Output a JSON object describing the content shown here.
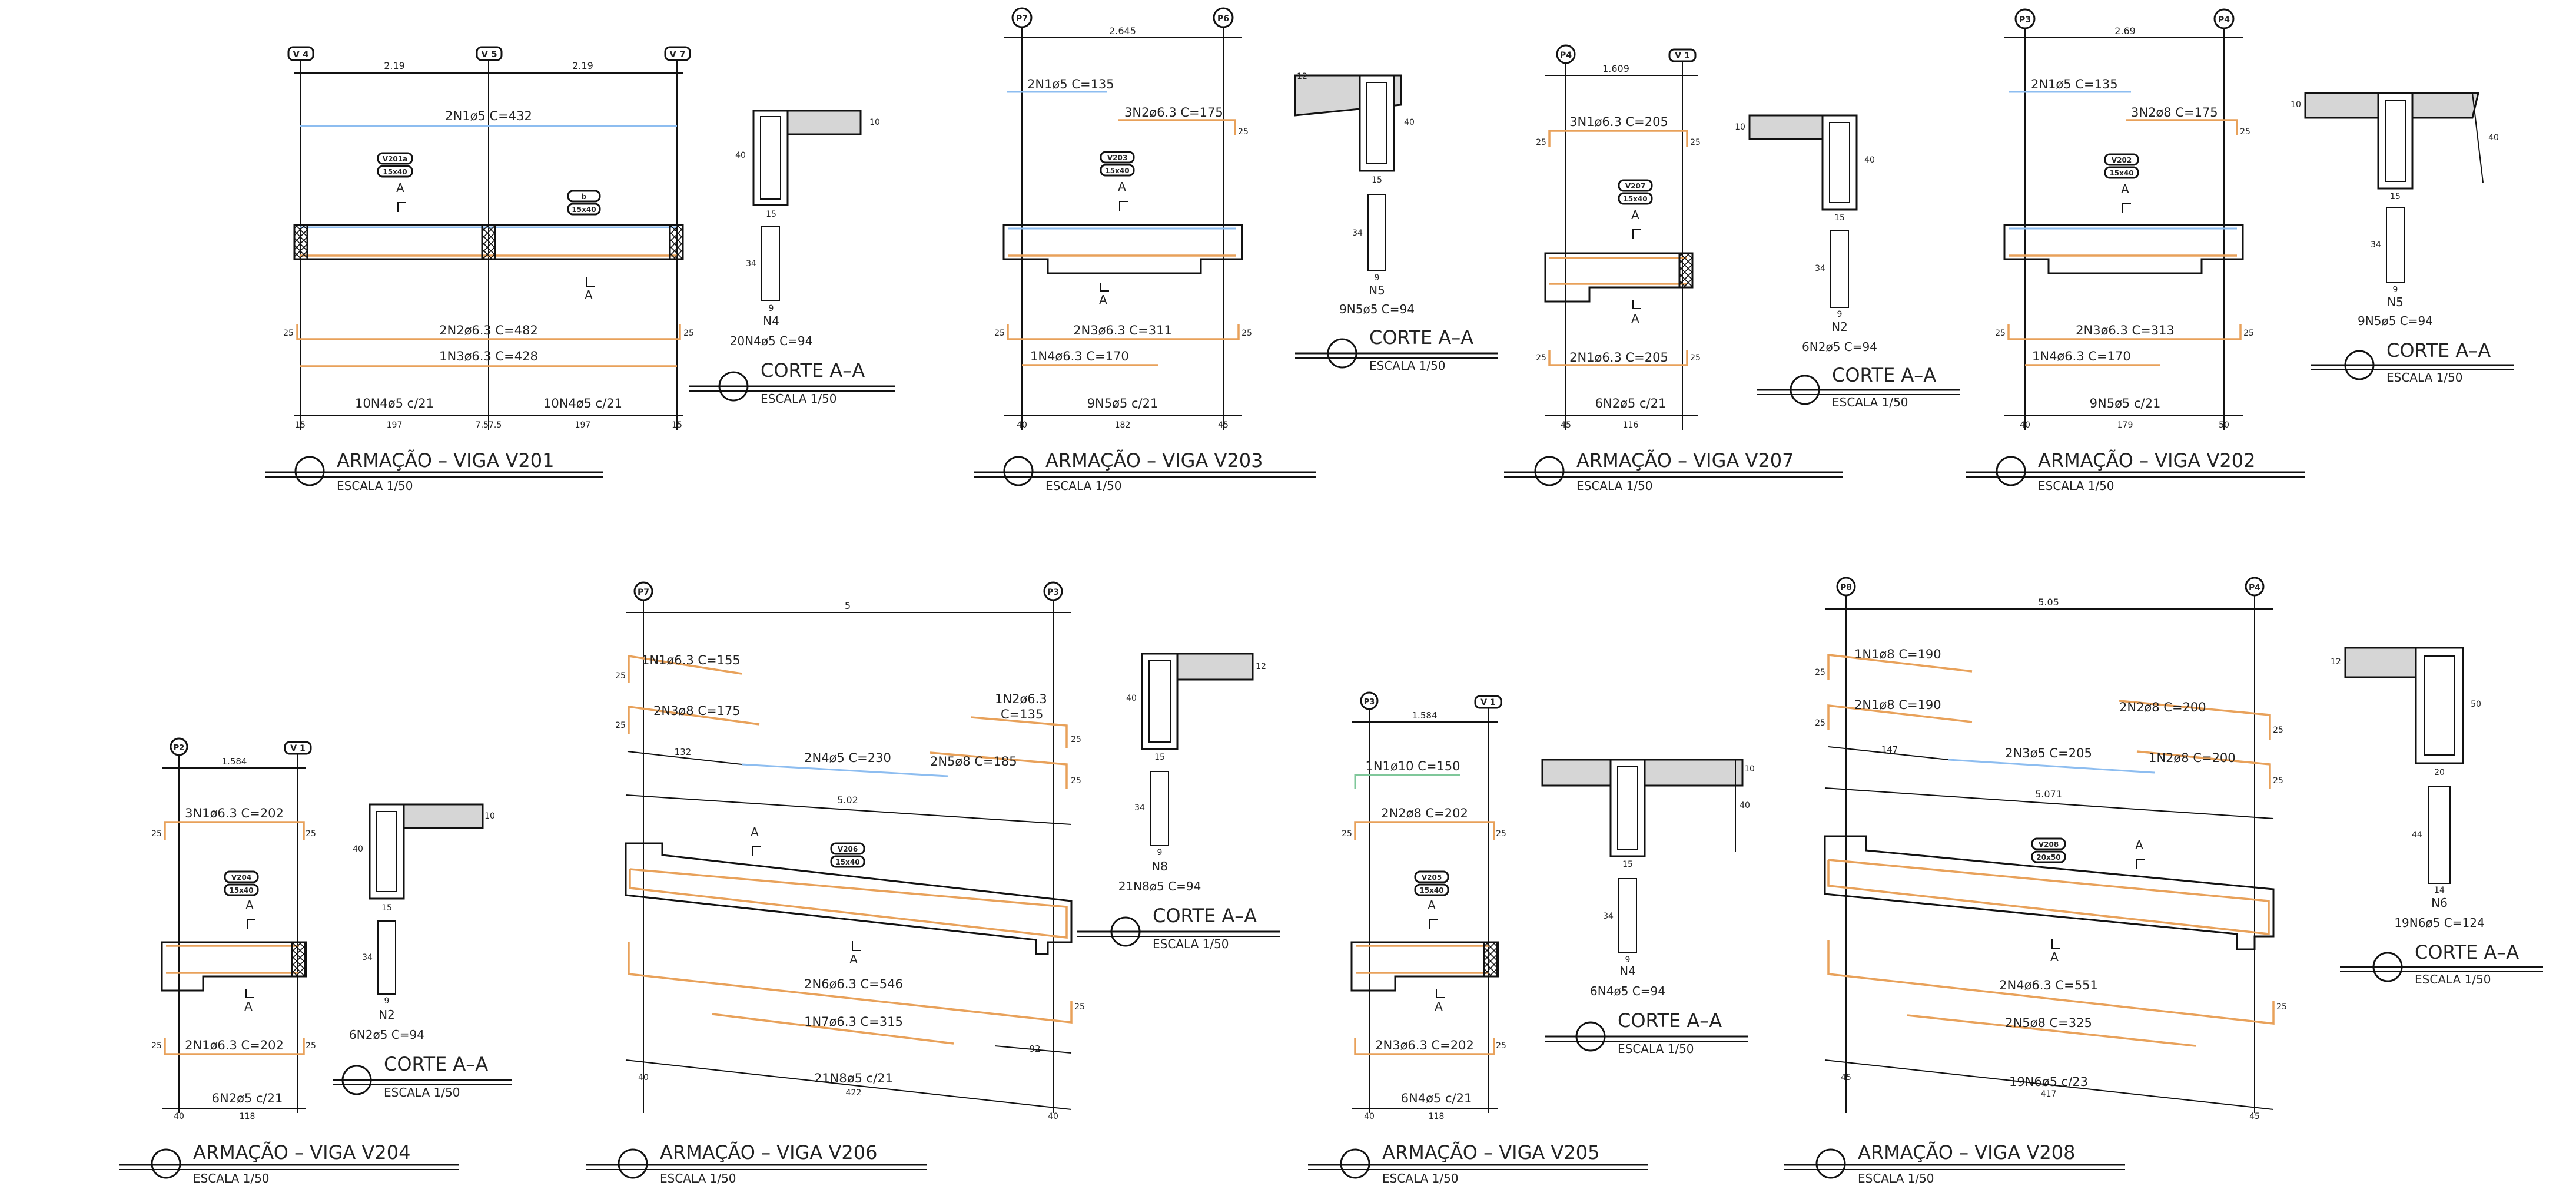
{
  "sheet": {
    "title_prefix": "ARMAÇÃO  –  VIGA",
    "scale_label": "ESCALA 1/50",
    "corte_label": "CORTE A–A",
    "section_mark": "A"
  },
  "beams": [
    {
      "id": "V201",
      "title": "ARMAÇÃO  –  VIGA V201",
      "scale": "ESCALA 1/50",
      "supports": [
        "V 4",
        "V 5",
        "V 7"
      ],
      "span_dims": [
        "2.19",
        "2.19"
      ],
      "tags": [
        [
          "V201a",
          "15x40"
        ],
        [
          "b",
          "15x40"
        ]
      ],
      "bars_top": [
        {
          "label": "2N1ø5  C=432",
          "color": "#8dbdf0"
        }
      ],
      "bars_bottom": [
        {
          "label": "2N2ø6.3  C=482",
          "color": "#e8a15a"
        },
        {
          "label": "1N3ø6.3  C=428",
          "color": "#e8a15a"
        }
      ],
      "hook_dims": [
        "25",
        "25"
      ],
      "stirrups": [
        "10N4ø5  c/21",
        "10N4ø5  c/21"
      ],
      "bottom_dims": [
        "15",
        "197",
        "7.57.5",
        "197",
        "15"
      ],
      "corte": {
        "w": "15",
        "h": "40",
        "flange": "10",
        "stirrup_h": "34",
        "stirrup_w": "9",
        "bar_id": "N4",
        "bar": "20N4ø5  C=94",
        "title": "CORTE A–A",
        "scale": "ESCALA 1/50"
      }
    },
    {
      "id": "V203",
      "title": "ARMAÇÃO  –  VIGA V203",
      "scale": "ESCALA 1/50",
      "supports": [
        "P7",
        "P6"
      ],
      "span_dims": [
        "2.645"
      ],
      "tags": [
        [
          "V203",
          "15x40"
        ]
      ],
      "bars_top": [
        {
          "label": "2N1ø5  C=135",
          "color": "#8dbdf0"
        },
        {
          "label": "3N2ø6.3  C=175",
          "color": "#e8a15a"
        }
      ],
      "bars_bottom": [
        {
          "label": "2N3ø6.3  C=311",
          "color": "#e8a15a"
        },
        {
          "label": "1N4ø6.3  C=170",
          "color": "#e8a15a"
        }
      ],
      "hook_dims": [
        "25",
        "25",
        "25"
      ],
      "stirrups": [
        "9N5ø5  c/21"
      ],
      "bottom_dims": [
        "40",
        "182",
        "45"
      ],
      "corte": {
        "w": "15",
        "h": "40",
        "flange": "12",
        "stirrup_h": "34",
        "stirrup_w": "9",
        "bar_id": "N5",
        "bar": "9N5ø5  C=94",
        "title": "CORTE A–A",
        "scale": "ESCALA 1/50"
      }
    },
    {
      "id": "V207",
      "title": "ARMAÇÃO  –  VIGA V207",
      "scale": "ESCALA 1/50",
      "supports": [
        "P4",
        "V 1"
      ],
      "span_dims": [
        "1.609"
      ],
      "tags": [
        [
          "V207",
          "15x40"
        ]
      ],
      "bars_top": [
        {
          "label": "3N1ø6.3  C=205",
          "color": "#e8a15a"
        }
      ],
      "bars_bottom": [
        {
          "label": "2N1ø6.3  C=205",
          "color": "#e8a15a"
        }
      ],
      "hook_dims": [
        "25",
        "25",
        "25",
        "25"
      ],
      "stirrups": [
        "6N2ø5  c/21"
      ],
      "bottom_dims": [
        "45",
        "116"
      ],
      "corte": {
        "w": "15",
        "h": "40",
        "flange": "10",
        "stirrup_h": "34",
        "stirrup_w": "9",
        "bar_id": "N2",
        "bar": "6N2ø5  C=94",
        "title": "CORTE A–A",
        "scale": "ESCALA 1/50"
      }
    },
    {
      "id": "V202",
      "title": "ARMAÇÃO  –  VIGA V202",
      "scale": "ESCALA 1/50",
      "supports": [
        "P3",
        "P4"
      ],
      "span_dims": [
        "2.69"
      ],
      "tags": [
        [
          "V202",
          "15x40"
        ]
      ],
      "bars_top": [
        {
          "label": "2N1ø5  C=135",
          "color": "#8dbdf0"
        },
        {
          "label": "3N2ø8  C=175",
          "color": "#e8a15a"
        }
      ],
      "bars_bottom": [
        {
          "label": "2N3ø6.3  C=313",
          "color": "#e8a15a"
        },
        {
          "label": "1N4ø6.3  C=170",
          "color": "#e8a15a"
        }
      ],
      "hook_dims": [
        "25",
        "25",
        "25"
      ],
      "stirrups": [
        "9N5ø5  c/21"
      ],
      "bottom_dims": [
        "40",
        "179",
        "50"
      ],
      "corte": {
        "w": "15",
        "h": "40",
        "flange": "10",
        "stirrup_h": "34",
        "stirrup_w": "9",
        "bar_id": "N5",
        "bar": "9N5ø5  C=94",
        "title": "CORTE A–A",
        "scale": "ESCALA 1/50"
      }
    },
    {
      "id": "V204",
      "title": "ARMAÇÃO  –  VIGA V204",
      "scale": "ESCALA 1/50",
      "supports": [
        "P2",
        "V 1"
      ],
      "span_dims": [
        "1.584"
      ],
      "tags": [
        [
          "V204",
          "15x40"
        ]
      ],
      "bars_top": [
        {
          "label": "3N1ø6.3  C=202",
          "color": "#e8a15a"
        }
      ],
      "bars_bottom": [
        {
          "label": "2N1ø6.3  C=202",
          "color": "#e8a15a"
        }
      ],
      "hook_dims": [
        "25",
        "25",
        "25",
        "25"
      ],
      "stirrups": [
        "6N2ø5  c/21"
      ],
      "bottom_dims": [
        "40",
        "118"
      ],
      "corte": {
        "w": "15",
        "h": "40",
        "flange": "10",
        "stirrup_h": "34",
        "stirrup_w": "9",
        "bar_id": "N2",
        "bar": "6N2ø5  C=94",
        "title": "CORTE A–A",
        "scale": "ESCALA 1/50"
      }
    },
    {
      "id": "V206",
      "title": "ARMAÇÃO  –  VIGA V206",
      "scale": "ESCALA 1/50",
      "supports": [
        "P7",
        "P3"
      ],
      "span_dims": [
        "5"
      ],
      "inclined_dim": "5.02",
      "tags": [
        [
          "V206",
          "15x40"
        ]
      ],
      "bars_top": [
        {
          "label": "1N1ø6.3  C=155",
          "color": "#e8a15a"
        },
        {
          "label": "2N3ø8  C=175",
          "color": "#e8a15a"
        },
        {
          "label": "2N4ø5  C=230",
          "color": "#8dbdf0"
        },
        {
          "label": "2N5ø8  C=185",
          "color": "#e8a15a"
        },
        {
          "label": "1N2ø6.3",
          "color": "#e8a15a"
        },
        {
          "label": "C=135",
          "color": "#e8a15a"
        }
      ],
      "bars_bottom": [
        {
          "label": "2N6ø6.3  C=546",
          "color": "#e8a15a"
        },
        {
          "label": "1N7ø6.3  C=315",
          "color": "#e8a15a"
        }
      ],
      "side_dims": [
        "132",
        "92"
      ],
      "hook_dims": [
        "25",
        "25",
        "25",
        "25",
        "25"
      ],
      "stirrups": [
        "21N8ø5  c/21"
      ],
      "bottom_dims": [
        "40",
        "422",
        "40"
      ],
      "corte": {
        "w": "15",
        "h": "40",
        "flange": "12",
        "stirrup_h": "34",
        "stirrup_w": "9",
        "bar_id": "N8",
        "bar": "21N8ø5  C=94",
        "title": "CORTE A–A",
        "scale": "ESCALA 1/50"
      }
    },
    {
      "id": "V205",
      "title": "ARMAÇÃO  –  VIGA V205",
      "scale": "ESCALA 1/50",
      "supports": [
        "P3",
        "V 1"
      ],
      "span_dims": [
        "1.584"
      ],
      "tags": [
        [
          "V205",
          "15x40"
        ]
      ],
      "bars_top": [
        {
          "label": "1N1ø10  C=150",
          "color": "#7fc79a"
        },
        {
          "label": "2N2ø8  C=202",
          "color": "#e8a15a"
        }
      ],
      "bars_bottom": [
        {
          "label": "2N3ø6.3  C=202",
          "color": "#e8a15a"
        }
      ],
      "hook_dims": [
        "25",
        "25",
        "25"
      ],
      "stirrups": [
        "6N4ø5  c/21"
      ],
      "bottom_dims": [
        "40",
        "118"
      ],
      "corte": {
        "w": "15",
        "h": "40",
        "flange": "10",
        "stirrup_h": "34",
        "stirrup_w": "9",
        "bar_id": "N4",
        "bar": "6N4ø5  C=94",
        "title": "CORTE A–A",
        "scale": "ESCALA 1/50"
      }
    },
    {
      "id": "V208",
      "title": "ARMAÇÃO  –  VIGA V208",
      "scale": "ESCALA 1/50",
      "supports": [
        "P8",
        "P4"
      ],
      "span_dims": [
        "5.05"
      ],
      "inclined_dim": "5.071",
      "tags": [
        [
          "V208",
          "20x50"
        ]
      ],
      "bars_top": [
        {
          "label": "1N1ø8  C=190",
          "color": "#e8a15a"
        },
        {
          "label": "2N1ø8  C=190",
          "color": "#e8a15a"
        },
        {
          "label": "2N3ø5  C=205",
          "color": "#8dbdf0"
        },
        {
          "label": "2N2ø8  C=200",
          "color": "#e8a15a"
        },
        {
          "label": "1N2ø8  C=200",
          "color": "#e8a15a"
        }
      ],
      "bars_bottom": [
        {
          "label": "2N4ø6.3  C=551",
          "color": "#e8a15a"
        },
        {
          "label": "2N5ø8  C=325",
          "color": "#e8a15a"
        }
      ],
      "side_dims": [
        "147"
      ],
      "hook_dims": [
        "25",
        "25",
        "25",
        "25",
        "25"
      ],
      "stirrups": [
        "19N6ø5  c/23"
      ],
      "bottom_dims": [
        "45",
        "417",
        "45"
      ],
      "corte": {
        "w": "20",
        "h": "50",
        "flange": "12",
        "stirrup_h": "44",
        "stirrup_w": "14",
        "bar_id": "N6",
        "bar": "19N6ø5  C=124",
        "title": "CORTE A–A",
        "scale": "ESCALA 1/50"
      }
    }
  ]
}
